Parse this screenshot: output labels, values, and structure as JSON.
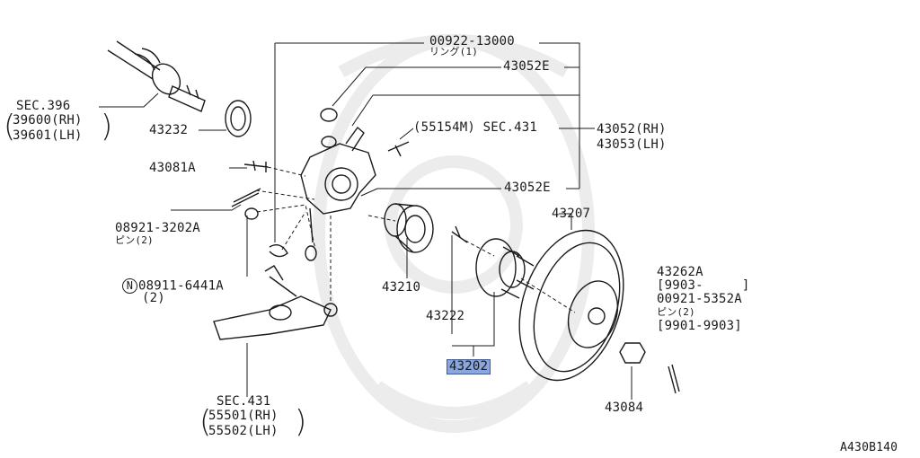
{
  "parts": {
    "p00922": "00922-13000",
    "p00922_sub": "リング(1)",
    "p43052e_top": "43052E",
    "p55154": "(55154M) SEC.431",
    "p43052_rh": "43052(RH)",
    "p43053_lh": "43053(LH)",
    "p43052e_mid": "43052E",
    "p43232": "43232",
    "p43081a": "43081A",
    "p08921": "08921-3202A",
    "p08921_sub": "ピン(2)",
    "p08911": "08911-6441A",
    "p08911_circle": "N",
    "p08911_sub": "(2)",
    "p43210": "43210",
    "p43222": "43222",
    "p43202": "43202",
    "p43207": "43207",
    "p43084": "43084",
    "p43262a": "43262A",
    "p43262a_date": "[9903-     ]",
    "p00921": "00921-5352A",
    "p00921_sub": "ピン(2)",
    "p00921_date": "[9901-9903]",
    "sec396": "SEC.396",
    "sec396_rh": "39600(RH)",
    "sec396_lh": "39601(LH)",
    "sec431": "SEC.431",
    "sec431_rh": "55501(RH)",
    "sec431_lh": "55502(LH)"
  },
  "diagram_id": "A430B140",
  "colors": {
    "line": "#1a1a1a",
    "highlight": "#8aa6dd",
    "watermark": "#ececec"
  }
}
